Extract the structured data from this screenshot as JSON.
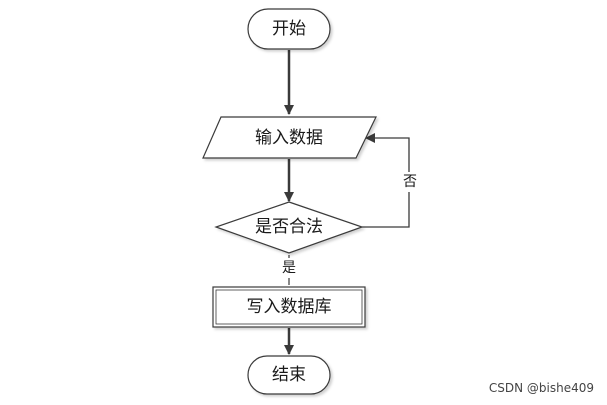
{
  "flowchart": {
    "start": {
      "label": "开始"
    },
    "input": {
      "label": "输入数据"
    },
    "decision": {
      "label": "是否合法"
    },
    "write": {
      "label": "写入数据库"
    },
    "end": {
      "label": "结束"
    },
    "edges": {
      "no_label": "否",
      "yes_label": "是"
    }
  },
  "watermark": {
    "text": "CSDN @bishe409"
  },
  "colors": {
    "stroke": "#3a3a3a",
    "arrow": "#3a3a3a",
    "node_fill": "#ffffff"
  }
}
